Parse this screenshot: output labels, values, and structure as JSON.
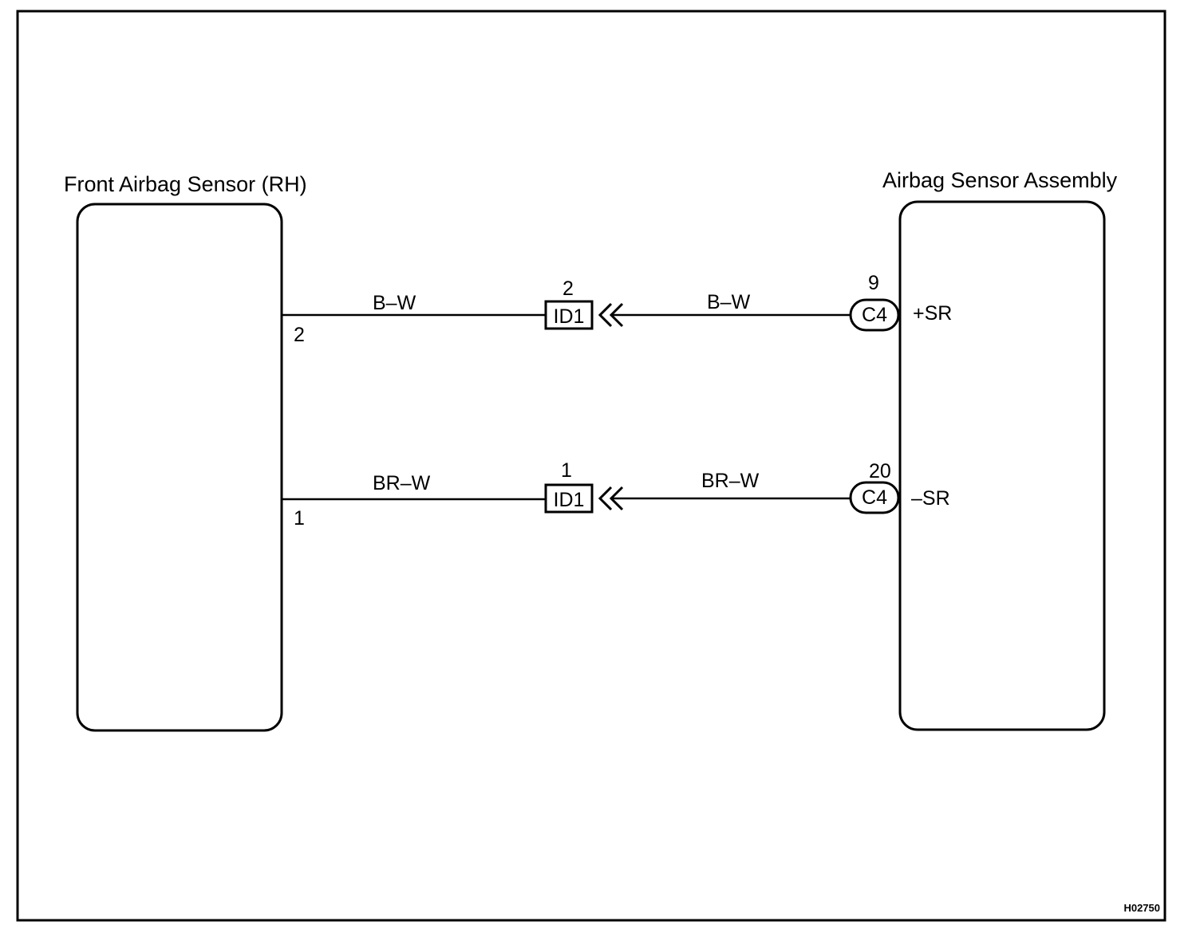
{
  "components": {
    "left": {
      "title": "Front Airbag Sensor (RH)"
    },
    "right": {
      "title": "Airbag Sensor Assembly"
    }
  },
  "circuits": [
    {
      "left_pin": "2",
      "left_wire_color": "B–W",
      "junction_connector": "ID1",
      "junction_pin": "2",
      "right_wire_color": "B–W",
      "ecu_connector": "C4",
      "ecu_pin": "9",
      "terminal": "+SR"
    },
    {
      "left_pin": "1",
      "left_wire_color": "BR–W",
      "junction_connector": "ID1",
      "junction_pin": "1",
      "right_wire_color": "BR–W",
      "ecu_connector": "C4",
      "ecu_pin": "20",
      "terminal": "–SR"
    }
  ],
  "figure_code": "H02750",
  "colors": {
    "line": "#000000",
    "background": "#ffffff"
  }
}
